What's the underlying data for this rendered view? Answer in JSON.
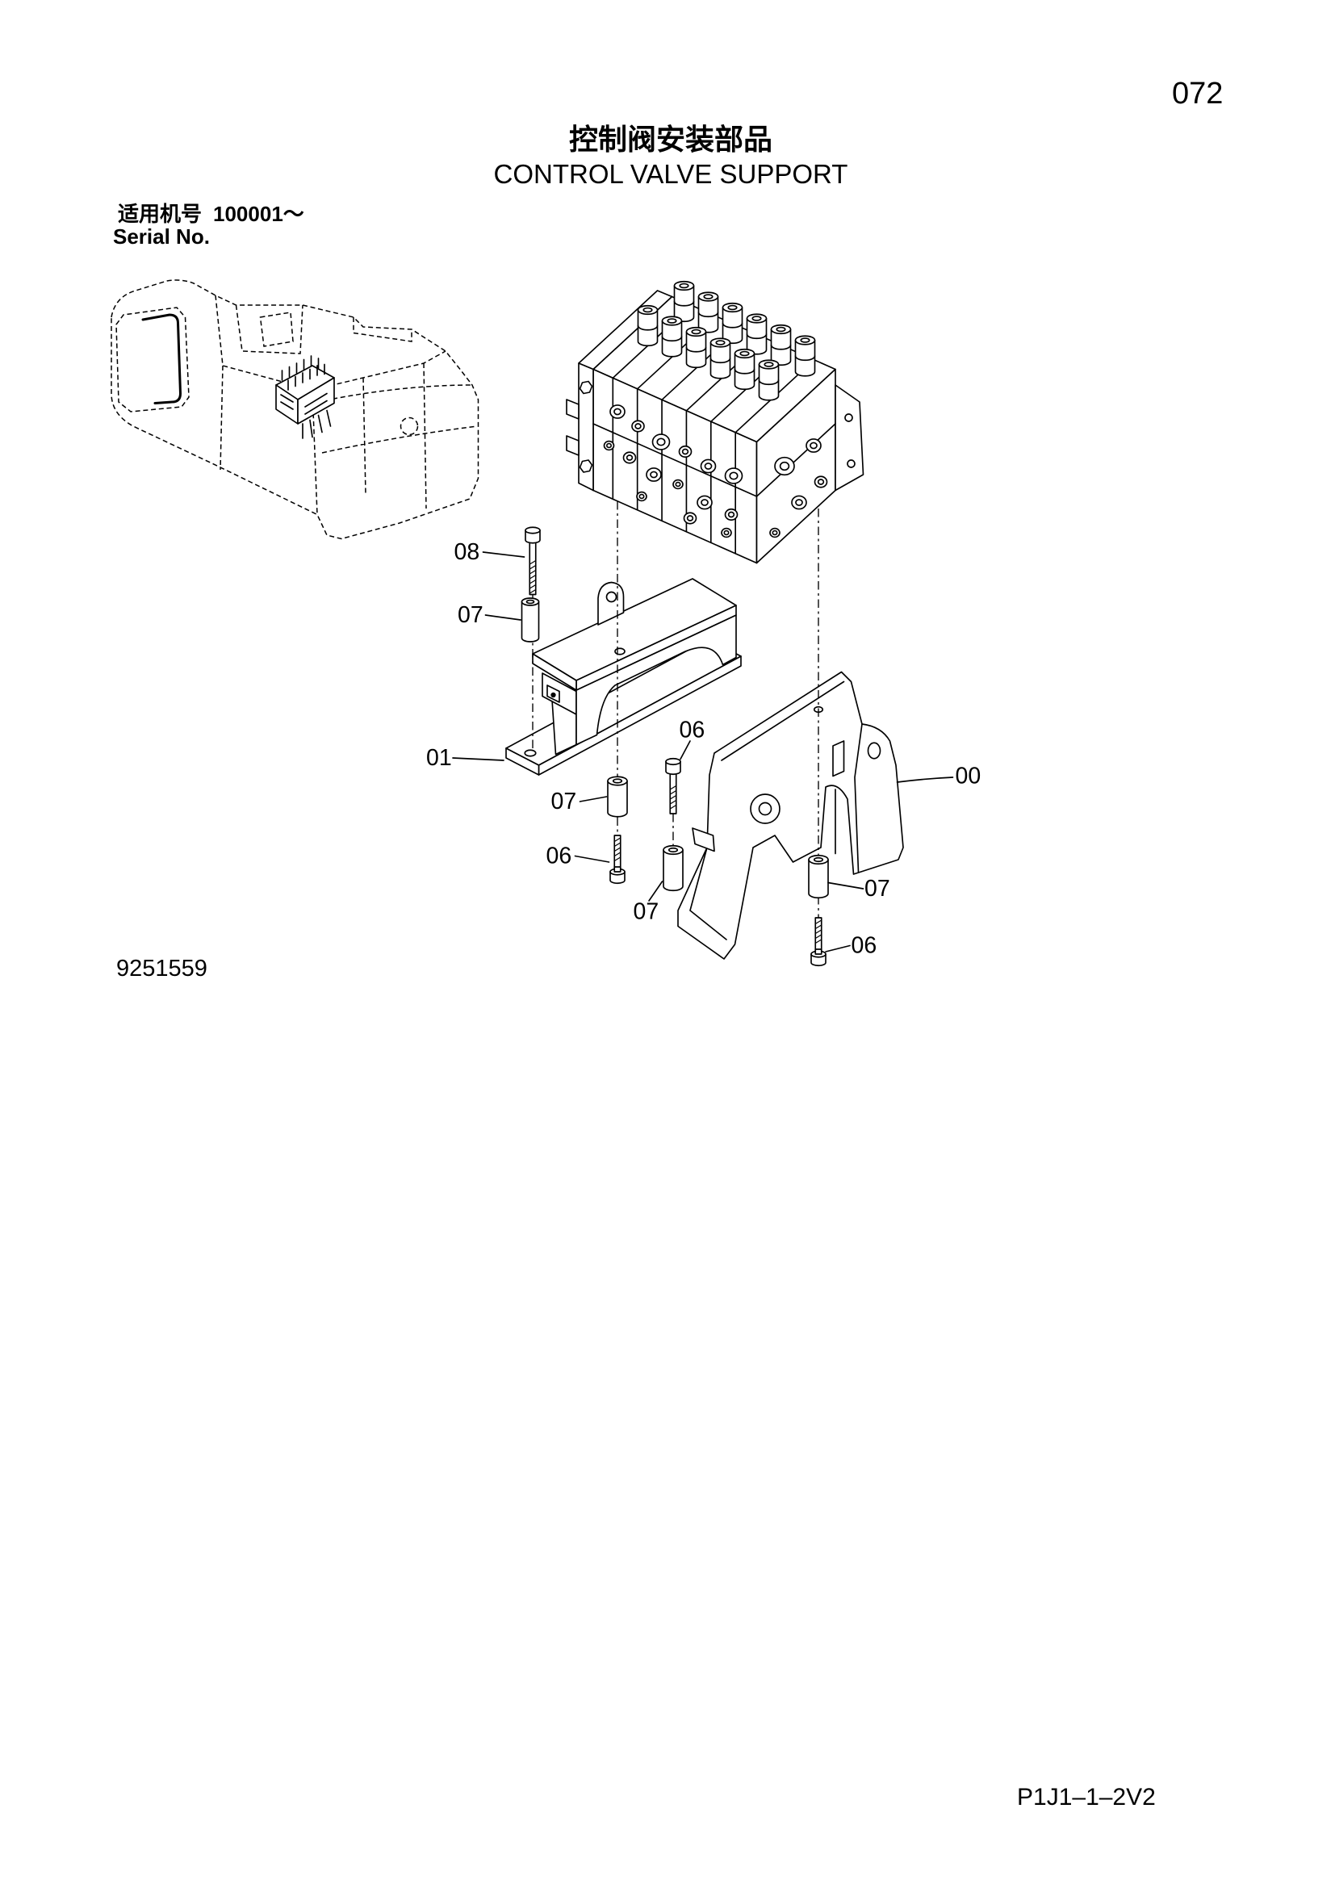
{
  "page_number": "072",
  "title": {
    "zh": "控制阀安装部品",
    "en": "CONTROL VALVE SUPPORT"
  },
  "serial": {
    "label_zh": "适用机号",
    "range": "100001～",
    "label_en": "Serial No."
  },
  "figure_number": "9251559",
  "page_code": "P1J1–1–2V2",
  "callouts": [
    "08",
    "07",
    "01",
    "06",
    "00",
    "07",
    "06",
    "07",
    "07",
    "06"
  ]
}
